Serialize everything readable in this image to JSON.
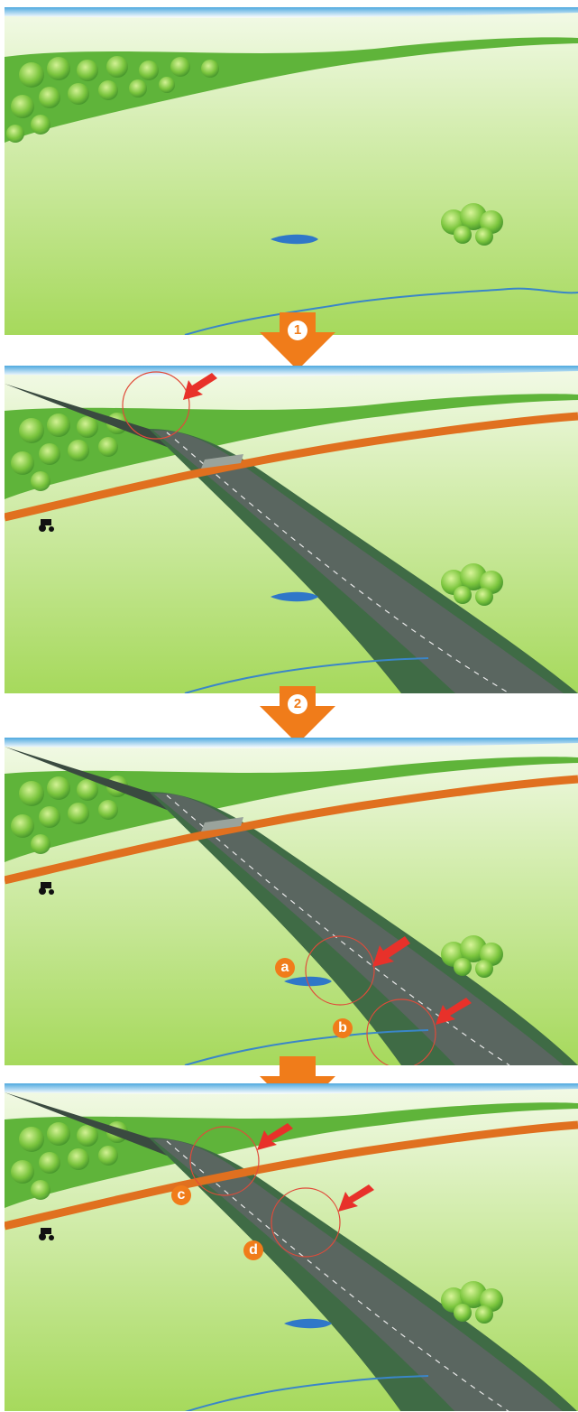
{
  "steps": [
    {
      "number": "1"
    },
    {
      "number": "2"
    },
    {
      "number": ""
    }
  ],
  "labels": {
    "a": "a",
    "b": "b",
    "c": "c",
    "d": "d"
  },
  "colors": {
    "sky": "#3a9fd8",
    "grass_light": "#eaf6d6",
    "grass_mid": "#b8e27a",
    "grass_dark": "#8ccd3e",
    "forest": "#63b43a",
    "road": "#4d5d52",
    "road_shadow": "#3f6b45",
    "field_path": "#f07c1a",
    "water": "#2f77c8",
    "step_arrow": "#f07c1a",
    "callout_arrow": "#e8312a",
    "callout_circle": "#e04b3a"
  },
  "icons": [
    "tractor-icon",
    "pond-icon",
    "forest-icon",
    "bush-icon",
    "river-icon"
  ]
}
